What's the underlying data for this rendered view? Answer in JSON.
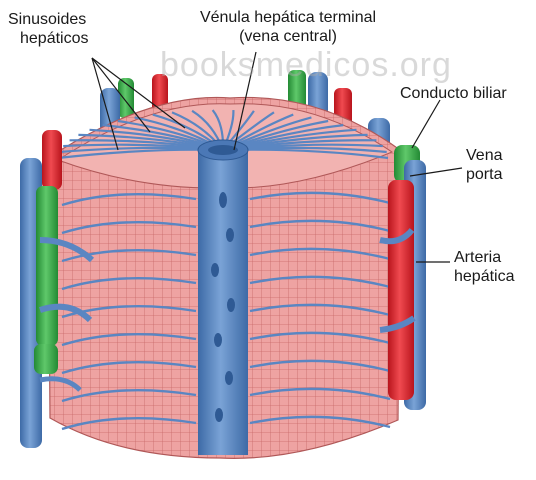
{
  "labels": {
    "sinusoides": [
      "Sinusoides",
      "hepáticos"
    ],
    "venula": [
      "Vénula hepática terminal",
      "(vena central)"
    ],
    "conducto": [
      "Conducto biliar"
    ],
    "vena": [
      "Vena",
      "porta"
    ],
    "arteria": [
      "Arteria",
      "hepática"
    ]
  },
  "watermark": "booksmedicos.org",
  "colors": {
    "vein": "#5a86c2",
    "vein_dark": "#3d6aa6",
    "artery": "#e0222b",
    "bile_duct": "#3aa84a",
    "tissue": "#eea3a2",
    "tissue_line": "#c86868"
  }
}
